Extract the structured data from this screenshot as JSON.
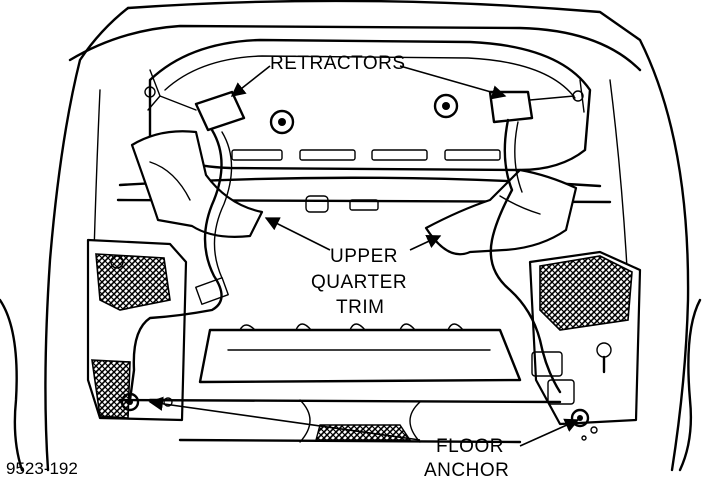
{
  "figure": {
    "id": "9523-192"
  },
  "callouts": {
    "retractors": "RETRACTORS",
    "upper_quarter_trim": [
      "UPPER",
      "QUARTER",
      "TRIM"
    ],
    "floor_anchor": [
      "FLOOR",
      "ANCHOR"
    ]
  }
}
